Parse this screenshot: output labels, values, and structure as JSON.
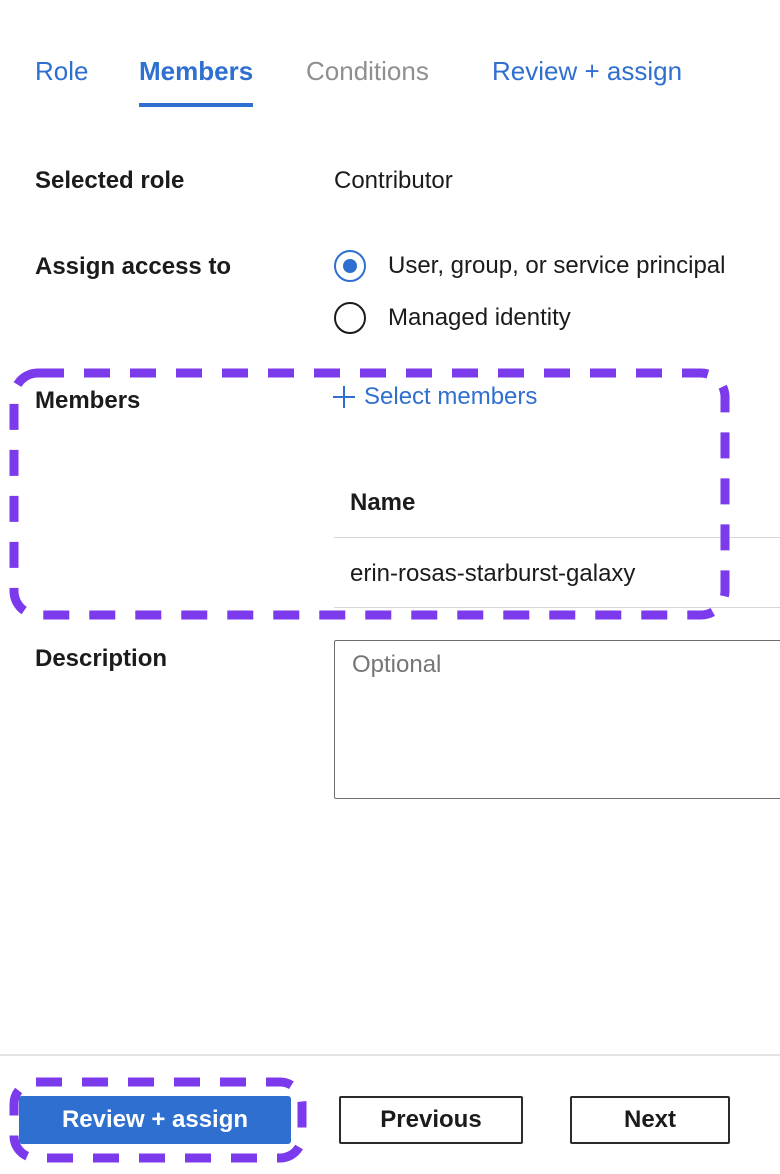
{
  "tabs": [
    {
      "label": "Role",
      "state": "link"
    },
    {
      "label": "Members",
      "state": "active"
    },
    {
      "label": "Conditions",
      "state": "disabled"
    },
    {
      "label": "Review + assign",
      "state": "link"
    }
  ],
  "form": {
    "selected_role_label": "Selected role",
    "selected_role_value": "Contributor",
    "assign_access_label": "Assign access to",
    "assign_options": [
      {
        "label": "User, group, or service principal",
        "checked": true
      },
      {
        "label": "Managed identity",
        "checked": false
      }
    ],
    "members_label": "Members",
    "select_members_label": "Select members",
    "members_table": {
      "column_header": "Name",
      "rows": [
        "erin-rosas-starburst-galaxy"
      ]
    },
    "description_label": "Description",
    "description_placeholder": "Optional"
  },
  "footer": {
    "review_assign_label": "Review + assign",
    "previous_label": "Previous",
    "next_label": "Next"
  },
  "colors": {
    "accent": "#2f6fd0",
    "highlight": "#7c3aed",
    "disabled_text": "#8f8f8f"
  },
  "icons": {
    "select_members": "plus-icon"
  }
}
